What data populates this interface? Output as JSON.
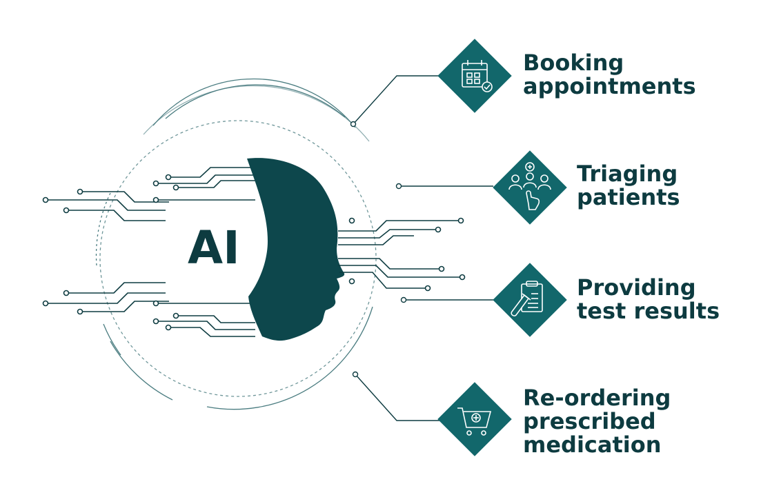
{
  "ai": {
    "text": "AI"
  },
  "colors": {
    "dark": "#0d3b40",
    "teal": "#1f6f73",
    "diamond": "#12676b",
    "line": "#2d5f63"
  },
  "items": [
    {
      "icon": "calendar-check-icon",
      "lines": [
        "Booking",
        "appointments"
      ]
    },
    {
      "icon": "patients-triage-icon",
      "lines": [
        "Triaging",
        "patients"
      ]
    },
    {
      "icon": "clipboard-test-tube-icon",
      "lines": [
        "Providing",
        "test results"
      ]
    },
    {
      "icon": "shopping-cart-plus-icon",
      "lines": [
        "Re-ordering",
        "prescribed",
        "medication"
      ]
    }
  ]
}
